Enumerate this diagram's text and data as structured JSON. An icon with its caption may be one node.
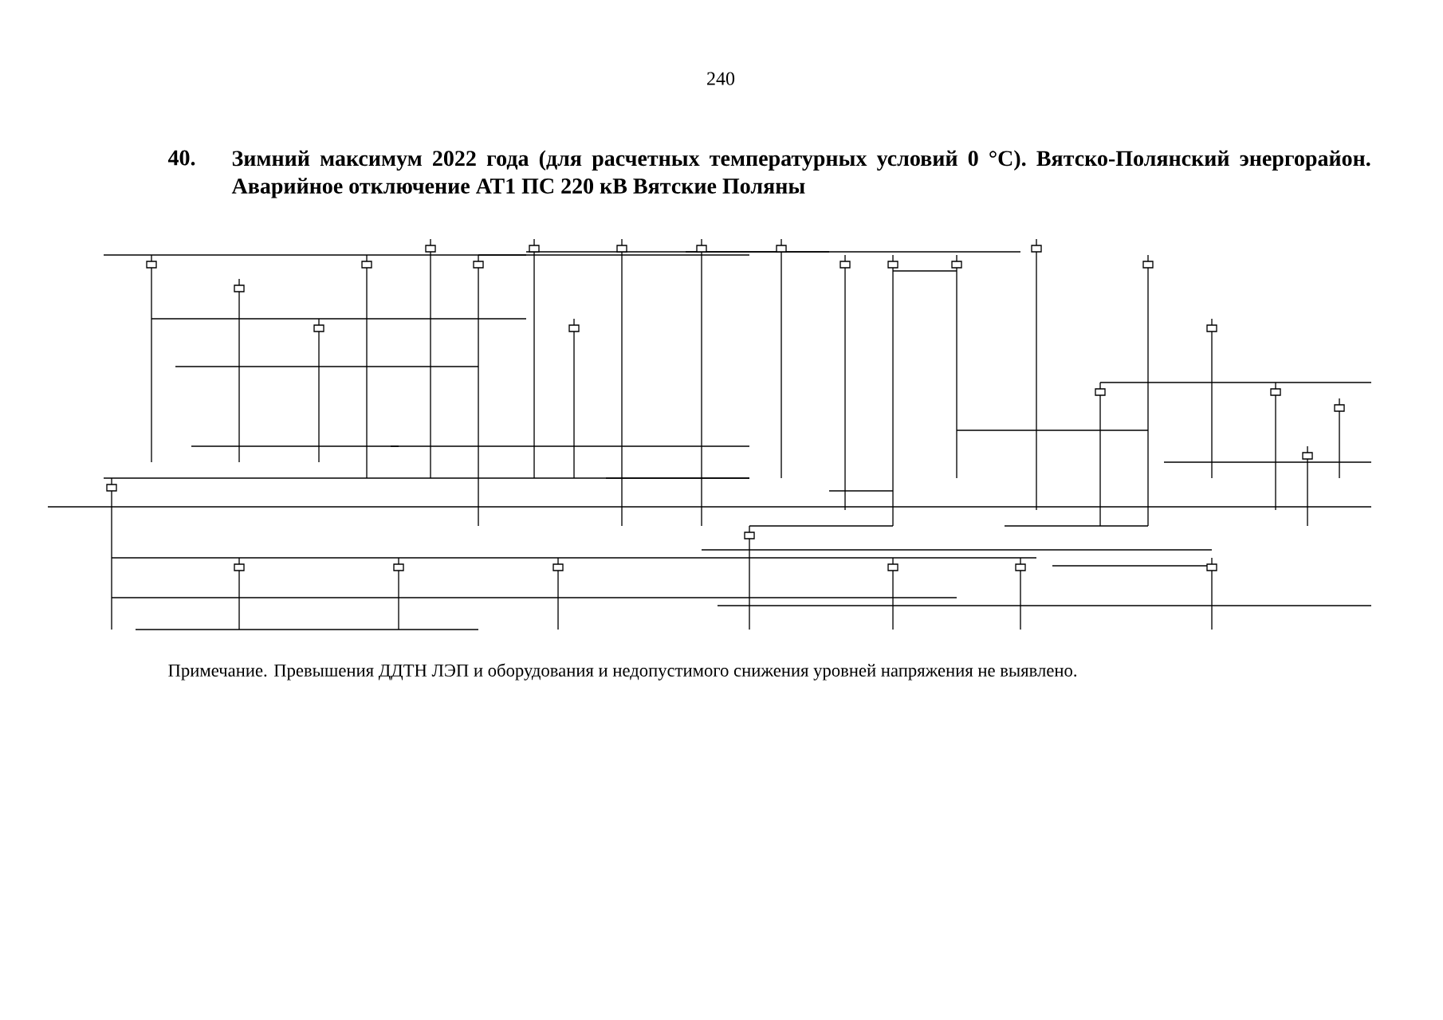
{
  "diagram": {
    "title": "Зимний максимум 2022 года (для расчетных температурных условий 0 °C). Вятско-Полянский энергорайон. Аварийное отключение АТ1 ПС 220 кВ Вятские Поляны",
    "labels": [
      "240",
      "40.",
      "Примечание. Превышения ДДТН ЛЭП и оборудования и недопустимого снижения уровней напряжения не выявлено."
    ]
  }
}
